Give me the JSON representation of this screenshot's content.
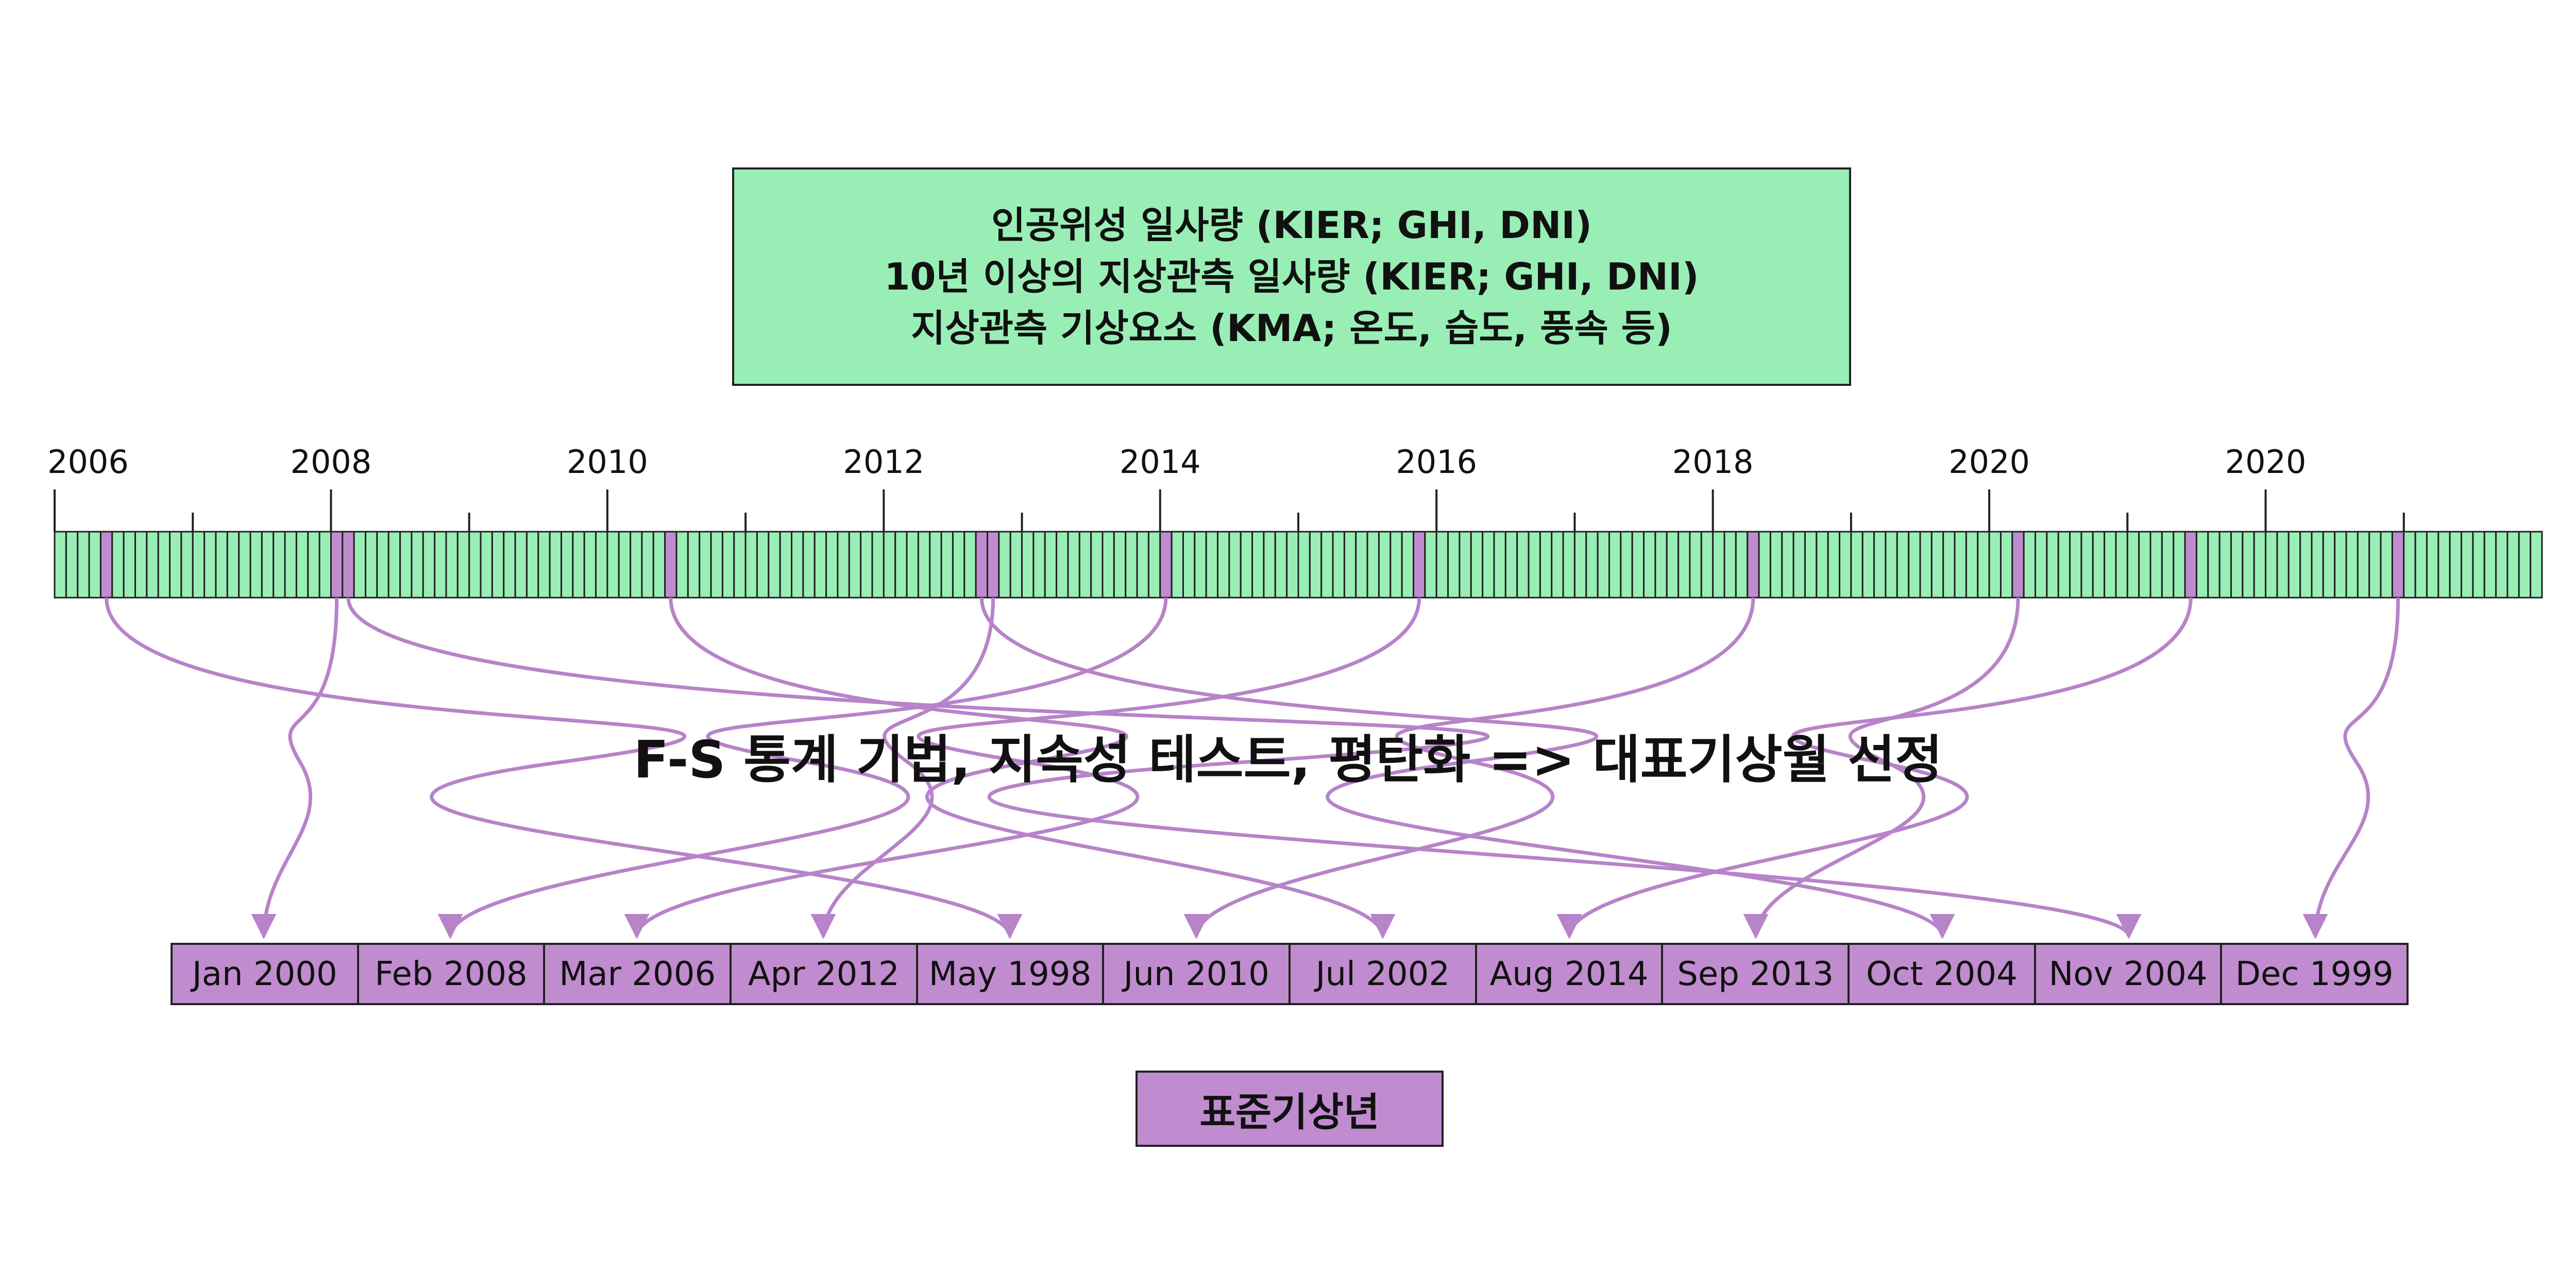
{
  "colors": {
    "green": "#99eeb5",
    "purple": "#c08ccf",
    "arrow": "#b783c9",
    "stroke": "#222222"
  },
  "source": {
    "lines": [
      "인공위성 일사량 (KIER; GHI, DNI)",
      "10년 이상의 지상관측 일사량 (KIER; GHI, DNI)",
      "지상관측 기상요소 (KMA; 온도, 습도, 풍속 등)"
    ]
  },
  "timeline": {
    "year_labels": [
      "2006",
      "2008",
      "2010",
      "2012",
      "2014",
      "2016",
      "2018",
      "2020",
      "2020"
    ],
    "months_per_label": 24,
    "highlighted_months": [
      4,
      24,
      25,
      53,
      80,
      81,
      96,
      118,
      147,
      170,
      185,
      203
    ]
  },
  "process": {
    "label": "F-S 통계 기법, 지속성 테스트, 평탄화 => 대표기상월 선정"
  },
  "selection": {
    "months": [
      "Jan 2000",
      "Feb 2008",
      "Mar 2006",
      "Apr 2012",
      "May 1998",
      "Jun 2010",
      "Jul 2002",
      "Aug 2014",
      "Sep 2013",
      "Oct 2004",
      "Nov 2004",
      "Dec 1999"
    ],
    "links": [
      {
        "from": 24,
        "to": 0
      },
      {
        "from": 96,
        "to": 1
      },
      {
        "from": 118,
        "to": 2
      },
      {
        "from": 81,
        "to": 3
      },
      {
        "from": 4,
        "to": 4
      },
      {
        "from": 147,
        "to": 5
      },
      {
        "from": 53,
        "to": 6
      },
      {
        "from": 185,
        "to": 7
      },
      {
        "from": 170,
        "to": 8
      },
      {
        "from": 80,
        "to": 9
      },
      {
        "from": 25,
        "to": 10
      },
      {
        "from": 203,
        "to": 11
      }
    ]
  },
  "result": {
    "label": "표준기상년"
  }
}
